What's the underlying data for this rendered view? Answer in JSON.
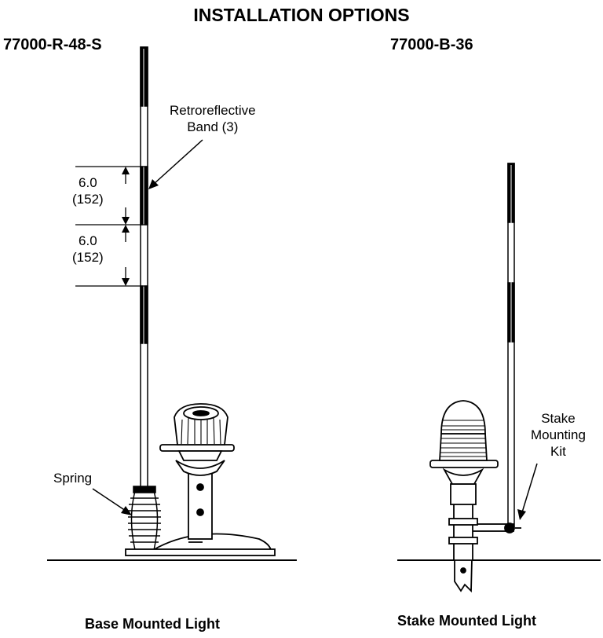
{
  "title": "INSTALLATION OPTIONS",
  "left": {
    "model": "77000-R-48-S",
    "band_label_line1": "Retroreflective",
    "band_label_line2": "Band (3)",
    "dim1_line1": "6.0",
    "dim1_line2": "(152)",
    "dim2_line1": "6.0",
    "dim2_line2": "(152)",
    "spring_label": "Spring",
    "caption": "Base Mounted Light"
  },
  "right": {
    "model": "77000-B-36",
    "kit_label_line1": "Stake",
    "kit_label_line2": "Mounting",
    "kit_label_line3": "Kit",
    "caption": "Stake Mounted Light"
  }
}
